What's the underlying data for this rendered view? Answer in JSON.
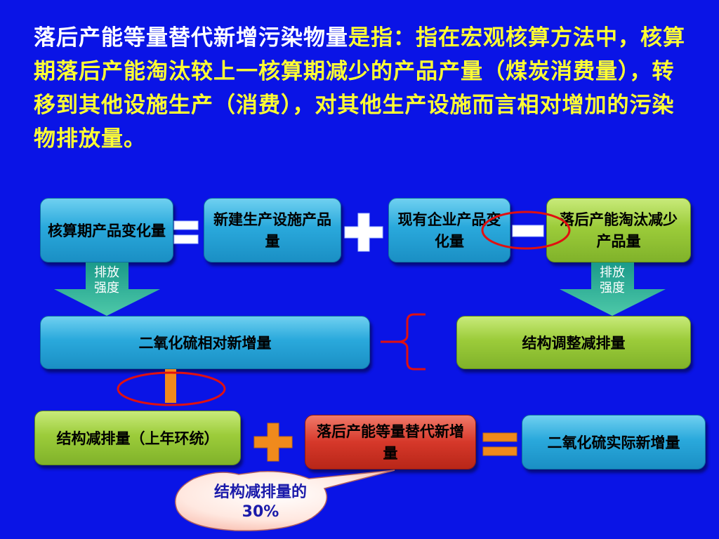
{
  "intro": {
    "part1": "落后产能等量替代新增污染物量",
    "part2": "是指：指在宏观核算方法中，核算期落后产能淘汰较上一核算期减少的产品产量（煤炭消费量），转移到其他设施生产（消费），对其他生产设施而言相对增加的污染物排放量。"
  },
  "boxes": {
    "b1": "核算期产品变化量",
    "b2": "新建生产设施产品量",
    "b3": "现有企业产品变化量",
    "b4": "落后产能淘汰减少产品量",
    "b5": "二氧化硫相对新增量",
    "b6": "结构调整减排量",
    "b7": "结构减排量（上年环统）",
    "b8": "落后产能等量替代新增量",
    "b9": "二氧化硫实际新增量"
  },
  "arrows": {
    "left_label": "排放强度",
    "right_label": "排放强度"
  },
  "callout": {
    "text": "结构减排量的30%"
  },
  "colors": {
    "background": "#0a14e6",
    "highlight_text": "#ffff33",
    "operator_white": "#ffffff",
    "operator_orange": "#f08a1c",
    "ellipse_red": "#e01010"
  }
}
